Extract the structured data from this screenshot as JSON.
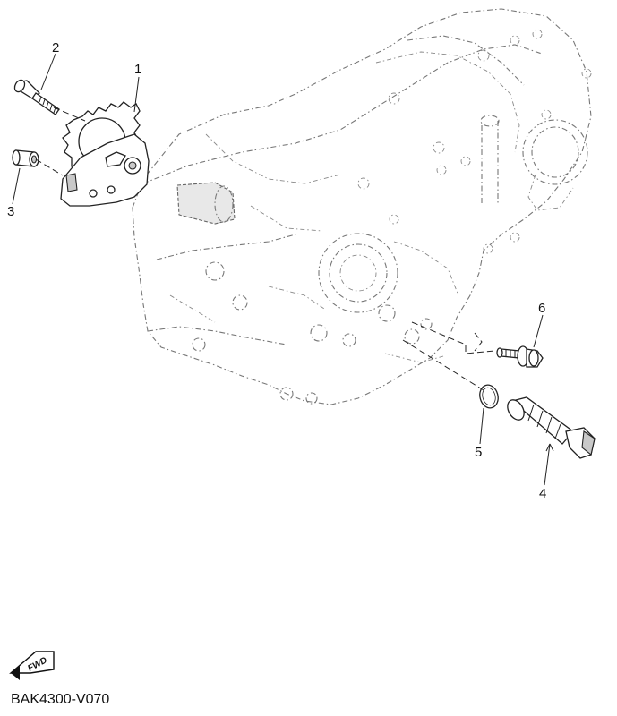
{
  "diagram": {
    "callouts": [
      {
        "id": "1",
        "label": "1"
      },
      {
        "id": "2",
        "label": "2"
      },
      {
        "id": "3",
        "label": "3"
      },
      {
        "id": "4",
        "label": "4"
      },
      {
        "id": "5",
        "label": "5"
      },
      {
        "id": "6",
        "label": "6"
      }
    ],
    "forward_badge": "FWD",
    "diagram_code": "BAK4300-V070"
  }
}
